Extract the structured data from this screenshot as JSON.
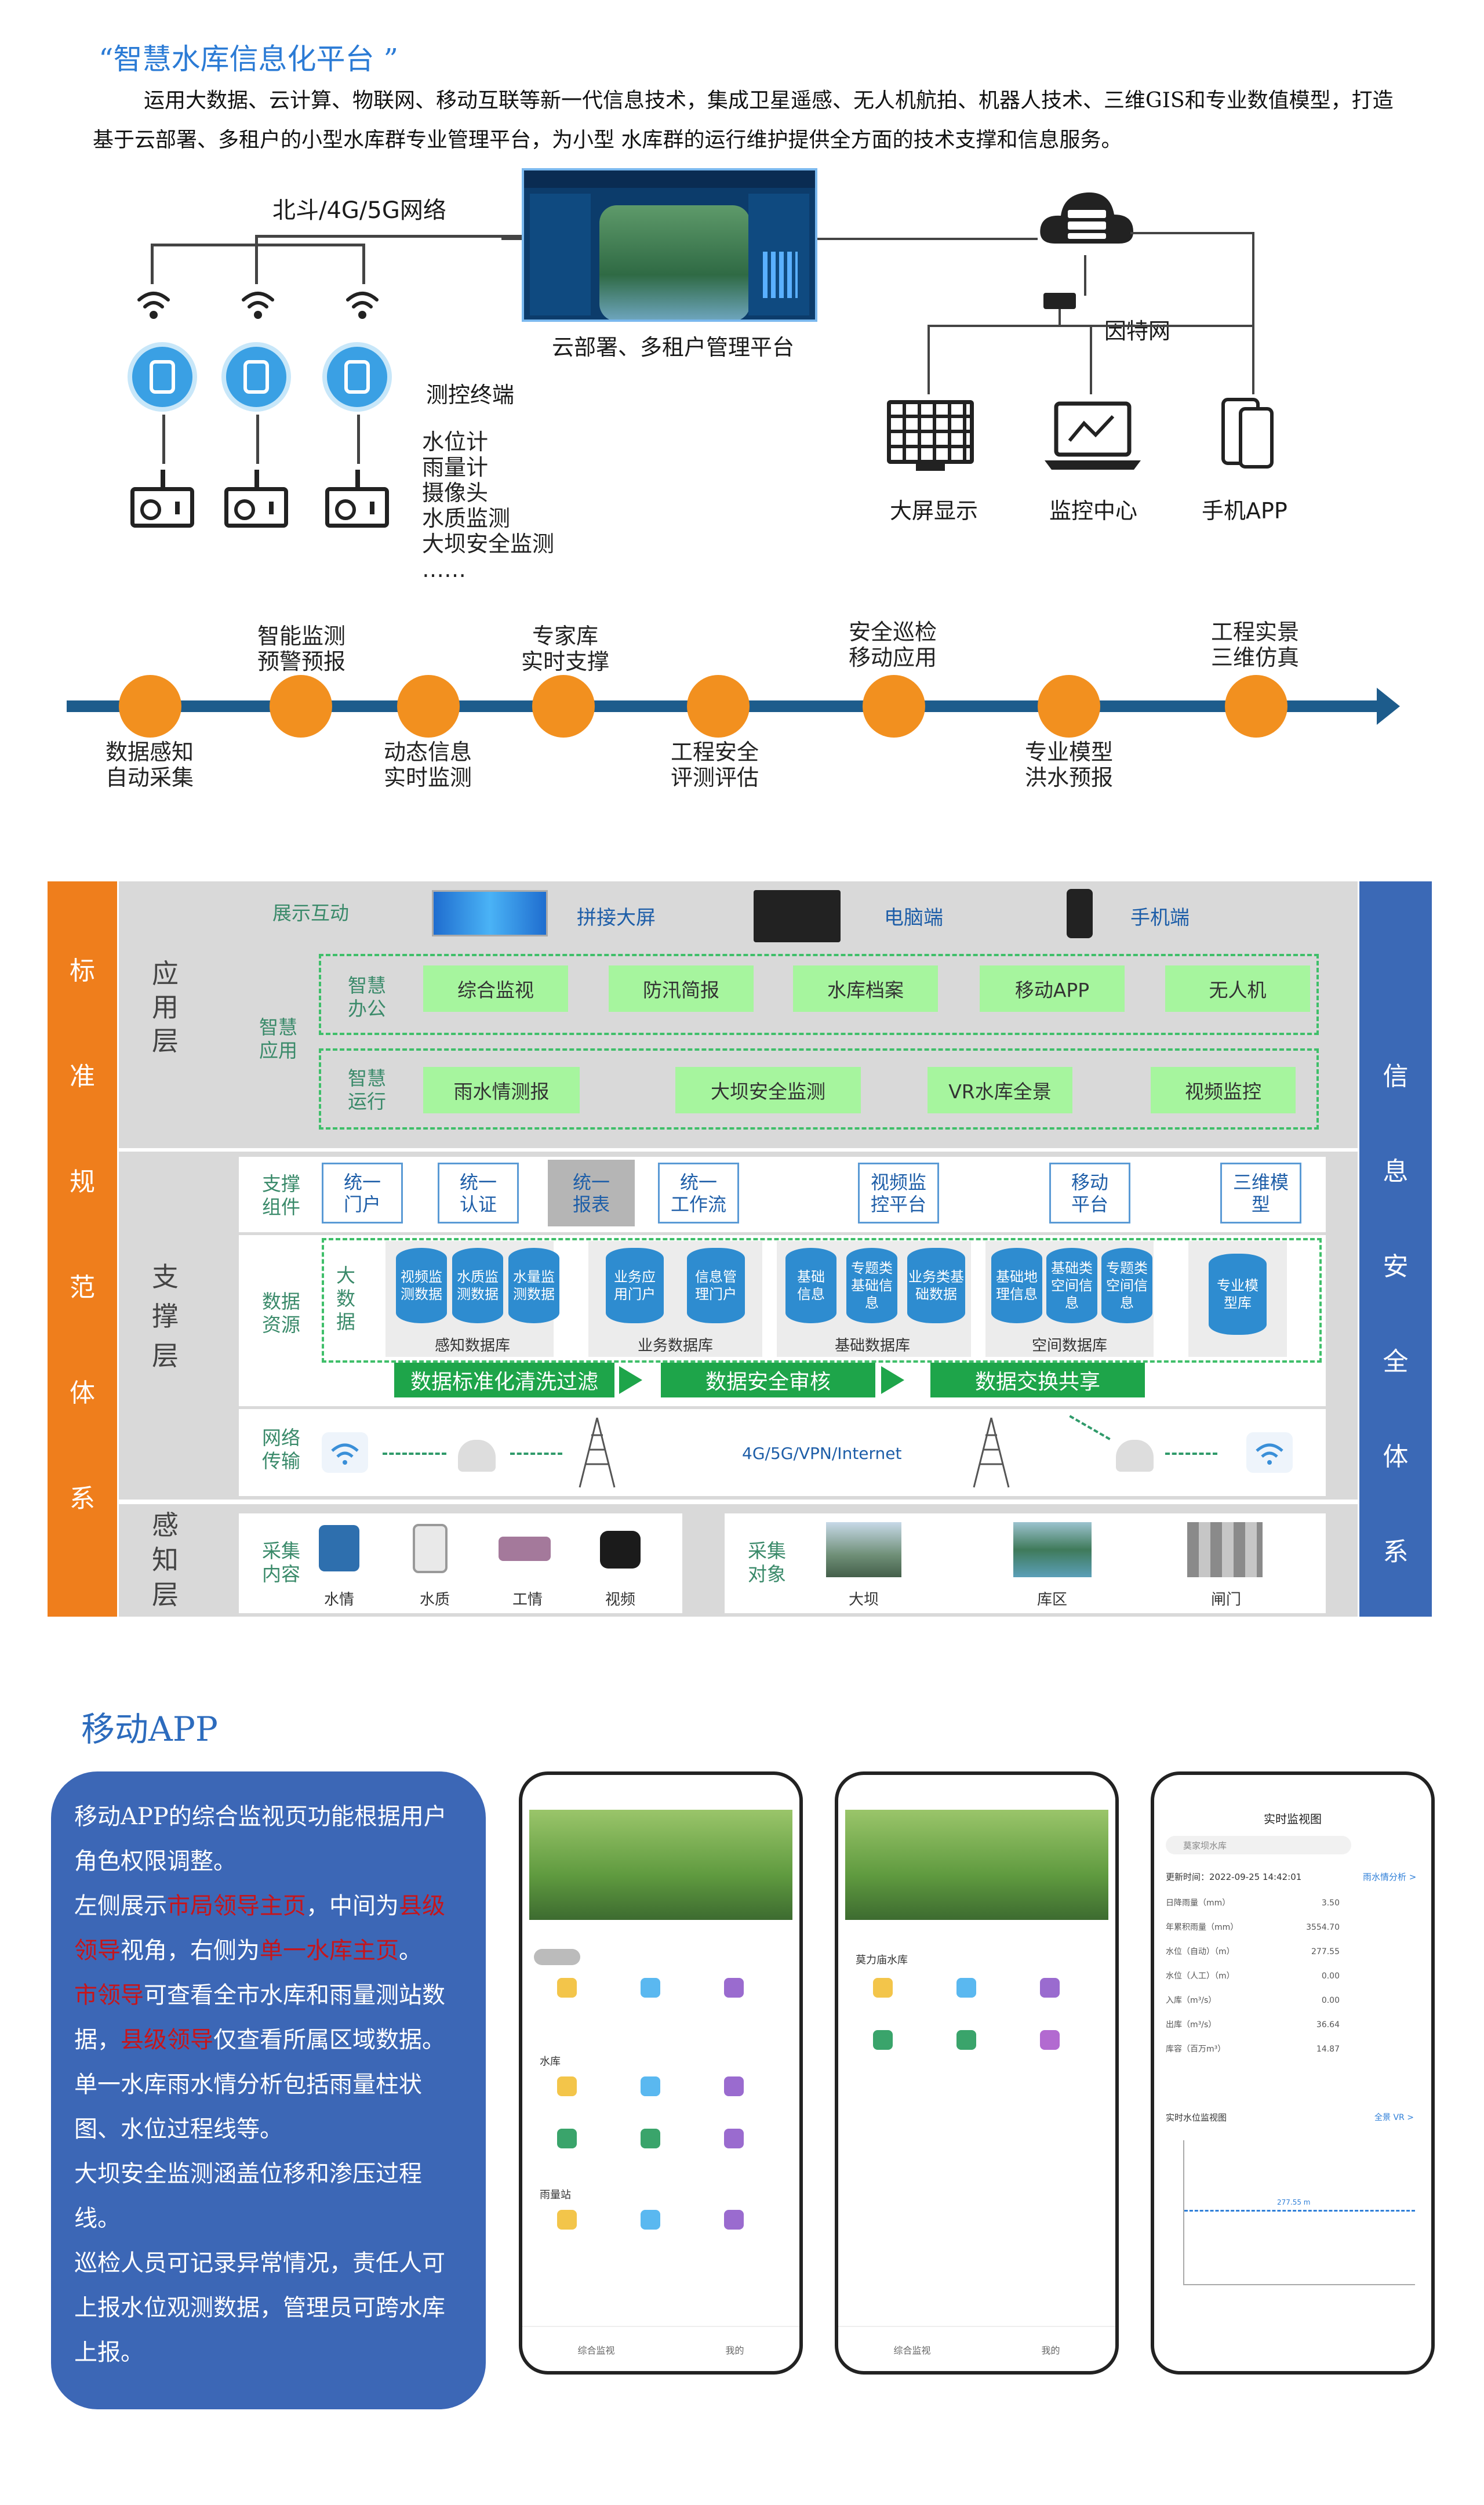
{
  "top": {
    "title": "“智慧水库信息化平台 ”",
    "intro": "运用大数据、云计算、物联网、移动互联等新一代信息技术，集成卫星遥感、无人机航拍、机器人技术、三维GIS和专业数值模型，打造基于云部署、多租户的小型水库群专业管理平台，为小型  水库群的运行维护提供全方面的技术支撑和信息服务。"
  },
  "network": {
    "beidou": "北斗/4G/5G网络",
    "platform": "云部署、多租户管理平台",
    "internet": "因特网",
    "terminal": "测控终端",
    "devices": [
      "水位计",
      "雨量计",
      "摄像头",
      "水质监测",
      "大坝安全监测",
      "……"
    ],
    "screen": "大屏显示",
    "monitor": "监控中心",
    "app": "手机APP"
  },
  "timeline": {
    "top": [
      {
        "l1": "智能监测",
        "l2": "预警预报"
      },
      {
        "l1": "专家库",
        "l2": "实时支撑"
      },
      {
        "l1": "安全巡检",
        "l2": "移动应用"
      },
      {
        "l1": "工程实景",
        "l2": "三维仿真"
      }
    ],
    "bottom": [
      {
        "l1": "数据感知",
        "l2": "自动采集"
      },
      {
        "l1": "动态信息",
        "l2": "实时监测"
      },
      {
        "l1": "工程安全",
        "l2": "评测评估"
      },
      {
        "l1": "专业模型",
        "l2": "洪水预报"
      }
    ]
  },
  "arch": {
    "left": [
      "标",
      "准",
      "规",
      "范",
      "体",
      "系"
    ],
    "right": [
      "信",
      "息",
      "安",
      "全",
      "体",
      "系"
    ],
    "app_layer": [
      "应",
      "用",
      "层"
    ],
    "support_layer": [
      "支",
      "撑",
      "层"
    ],
    "sense_layer": [
      "感",
      "知",
      "层"
    ],
    "display": "展示互动",
    "display_items": [
      "拼接大屏",
      "电脑端",
      "手机端"
    ],
    "smart_app": "智慧\n应用",
    "office": "智慧\n办公",
    "office_items": [
      "综合监视",
      "防汛简报",
      "水库档案",
      "移动APP",
      "无人机"
    ],
    "run": "智慧\n运行",
    "run_items": [
      "雨水情测报",
      "大坝安全监测",
      "VR水库全景",
      "视频监控"
    ],
    "comp": "支撑\n组件",
    "comp_items": [
      "统一\n门户",
      "统一\n认证",
      "统一\n报表",
      "统一\n工作流",
      "视频监\n控平台",
      "移动\n平台",
      "三维模\n型"
    ],
    "data": "数据\n资源",
    "bigdata": "大\n数\n据",
    "dbgroups": [
      {
        "name": "感知数据库",
        "items": [
          "视频监\n测数据",
          "水质监\n测数据",
          "水量监\n测数据"
        ]
      },
      {
        "name": "业务数据库",
        "items": [
          "业务应\n用门户",
          "信息管\n理门户"
        ]
      },
      {
        "name": "基础数据库",
        "items": [
          "基础\n信息",
          "专题类\n基础信\n息",
          "业务类基\n础数据"
        ]
      },
      {
        "name": "空间数据库",
        "items": [
          "基础地\n理信息",
          "基础类\n空间信\n息",
          "专题类\n空间信\n息"
        ]
      }
    ],
    "special": "专业模\n型库",
    "flows": [
      "数据标准化清洗过滤",
      "数据安全审核",
      "数据交换共享"
    ],
    "net": "网络\n传输",
    "net_text": "4G/5G/VPN/Internet",
    "collect": "采集\n内容",
    "collect_items": [
      "水情",
      "水质",
      "工情",
      "视频"
    ],
    "target": "采集\n对象",
    "target_items": [
      "大坝",
      "库区",
      "闸门"
    ]
  },
  "mobile": {
    "title": "移动APP",
    "p1": "移动APP的综合监视页功能根据用户角色权限调整。",
    "p2a": "左侧展示",
    "p2b": "市局领导主页",
    "p2c": "，中间为",
    "p2d": "县级领导",
    "p2e": "视角，右侧为",
    "p2f": "单一水库主页",
    "p2g": "。",
    "p3a": "市领导",
    "p3b": "可查看全市水库和雨量测站数据，",
    "p3c": "县级领导",
    "p3d": "仅查看所属区域数据。",
    "p4": "单一水库雨水情分析包括雨量柱状图、水位过程线等。",
    "p5": "大坝安全监测涵盖位移和渗压过程线。",
    "p6": "巡检人员可记录异常情况，责任人可上报水位观测数据，管理员可跨水库上报。"
  },
  "phones": {
    "p1": {
      "sections": [
        "水库",
        "雨量站"
      ],
      "nav": [
        "综合监视",
        "我的"
      ]
    },
    "p2": {
      "section": "莫力庙水库",
      "nav": [
        "综合监视",
        "我的"
      ]
    },
    "p3": {
      "title": "实时监视图",
      "search": "莫家坝水库",
      "time": "更新时间：2022-09-25 14:42:01",
      "link": "雨水情分析 >",
      "rows": [
        [
          "日降雨量（mm）",
          "3.50"
        ],
        [
          "年累积雨量（mm）",
          "3554.70"
        ],
        [
          "水位（自动）（m）",
          "277.55"
        ],
        [
          "水位（人工）（m）",
          "0.00"
        ],
        [
          "入库（m³/s）",
          "0.00"
        ],
        [
          "出库（m³/s）",
          "36.64"
        ],
        [
          "库容（百万m³）",
          "14.87"
        ]
      ],
      "chart": "实时水位监视图",
      "vr": "全景 VR >",
      "chart_value": "277.55 m"
    }
  }
}
